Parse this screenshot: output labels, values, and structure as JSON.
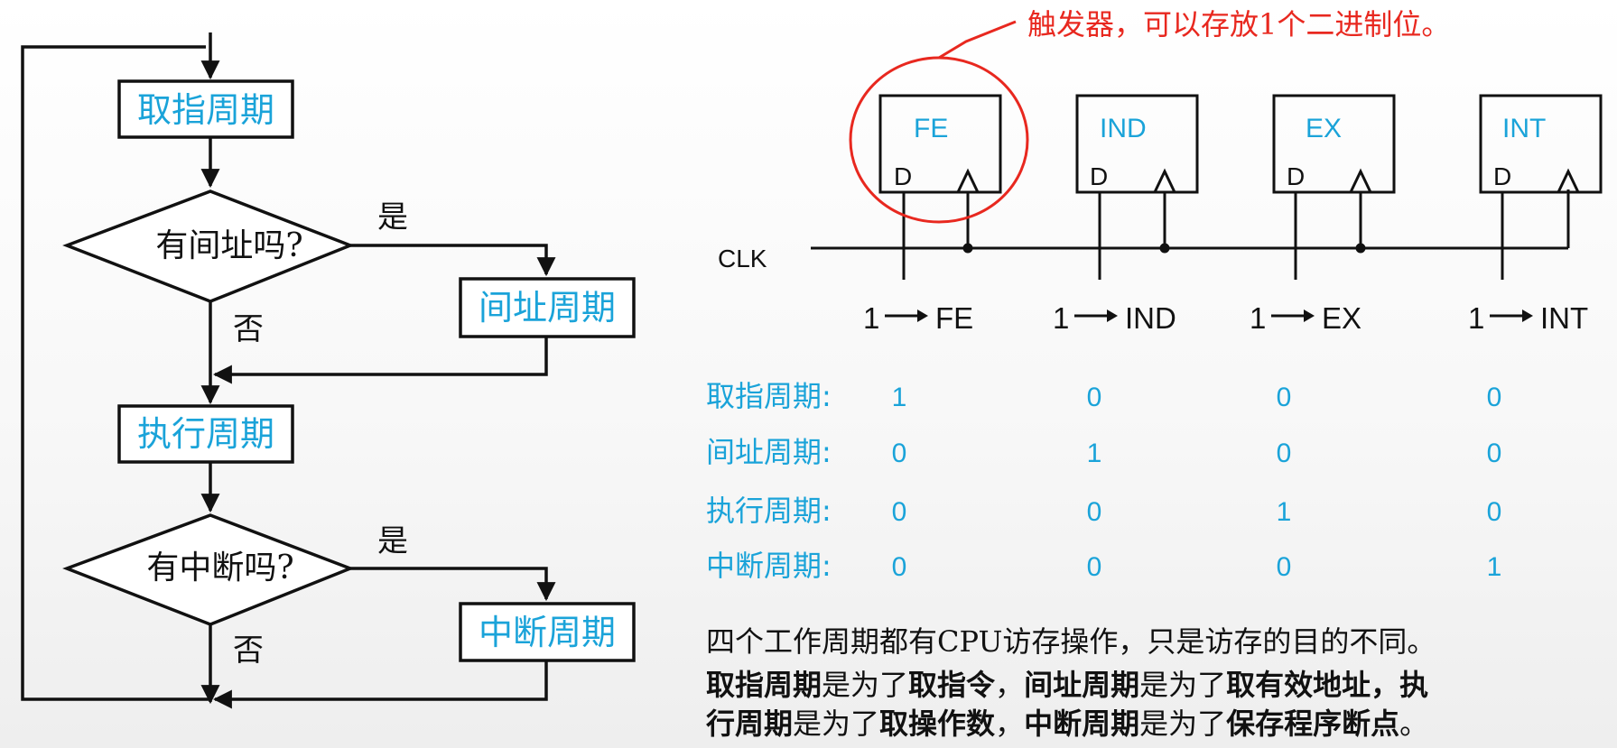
{
  "flowchart": {
    "fetch": "取指周期",
    "indirect_q": "有间址吗?",
    "indirect": "间址周期",
    "execute": "执行周期",
    "interrupt_q": "有中断吗?",
    "interrupt": "中断周期",
    "yes1": "是",
    "no1": "否",
    "yes2": "是",
    "no2": "否"
  },
  "annotation": "触发器，可以存放1个二进制位。",
  "clk_label": "CLK",
  "flipflops": [
    {
      "name": "FE",
      "d": "D",
      "set": "FE",
      "one": "1"
    },
    {
      "name": "IND",
      "d": "D",
      "set": "IND",
      "one": "1"
    },
    {
      "name": "EX",
      "d": "D",
      "set": "EX",
      "one": "1"
    },
    {
      "name": "INT",
      "d": "D",
      "set": "INT",
      "one": "1"
    }
  ],
  "state_table": {
    "rows": [
      {
        "label": "取指周期:",
        "values": [
          "1",
          "0",
          "0",
          "0"
        ]
      },
      {
        "label": "间址周期:",
        "values": [
          "0",
          "1",
          "0",
          "0"
        ]
      },
      {
        "label": "执行周期:",
        "values": [
          "0",
          "0",
          "1",
          "0"
        ]
      },
      {
        "label": "中断周期:",
        "values": [
          "0",
          "0",
          "0",
          "1"
        ]
      }
    ]
  },
  "paragraph": {
    "line1": "四个工作周期都有CPU访存操作，只是访存的目的不同。",
    "l2_a": "取指周期",
    "l2_b": "是为了",
    "l2_c": "取指令",
    "l2_d": "，",
    "l2_e": "间址周期",
    "l2_f": "是为了",
    "l2_g": "取有效地址",
    "l2_h": "，执",
    "l3_a": "行周期",
    "l3_b": "是为了",
    "l3_c": "取操作数",
    "l3_d": "，",
    "l3_e": "中断周期",
    "l3_f": "是为了",
    "l3_g": "保存程序断点",
    "l3_h": "。"
  },
  "colors": {
    "accent": "#1aa3d9",
    "annotation": "#e8281f",
    "line": "#111111"
  }
}
